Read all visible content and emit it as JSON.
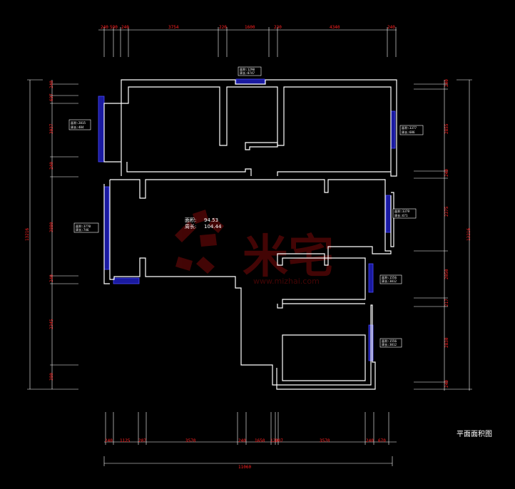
{
  "title": "平面面积图",
  "watermark": {
    "text": "米宅",
    "url": "www.mizhai.com"
  },
  "area": {
    "label_area": "面积:",
    "value_area": "94.53",
    "label_perimeter": "周长:",
    "value_perimeter": "104.44"
  },
  "top_dims": [
    "240",
    "590",
    "240",
    "3754",
    "220",
    "1600",
    "230",
    "4340",
    "240"
  ],
  "bottom_dims": [
    "240",
    "1125",
    "207",
    "3570",
    "240",
    "1650",
    "120",
    "207",
    "3570",
    "240",
    "670"
  ],
  "bottom_total": "11060",
  "left_dims": [
    "240",
    "697",
    "3037",
    "240",
    "3880",
    "240",
    "2345",
    "380"
  ],
  "left_total": "13216",
  "right_dims": [
    "240",
    "2855",
    "240",
    "2375",
    "2050",
    "217",
    "2830",
    "240"
  ],
  "right_total": "13216",
  "window_tags": [
    {
      "area": "面积:1290",
      "perim": "周长:8747"
    },
    {
      "area": "面积:2815",
      "perim": "周长:484"
    },
    {
      "area": "面积:3377",
      "perim": "周长:686"
    },
    {
      "area": "面积:3770",
      "perim": "周长:746"
    },
    {
      "area": "面积:3379",
      "perim": "周长:671"
    },
    {
      "area": "面积:1556",
      "perim": "周长:3012"
    },
    {
      "area": "面积:1556",
      "perim": "周长:3012"
    }
  ],
  "colors": {
    "dimension": "#ff2020",
    "window": "#1a1aa0",
    "wall": "#ffffff",
    "background": "#000000"
  }
}
